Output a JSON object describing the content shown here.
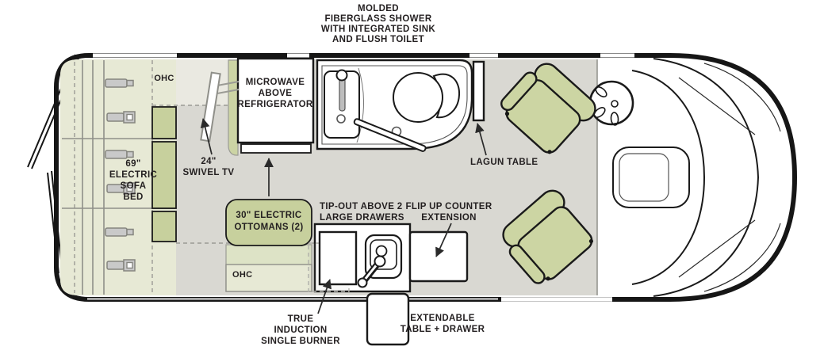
{
  "diagram_title": "camper-van floor plan",
  "colors": {
    "body_outline": "#161616",
    "floor_gray": "#d9d8d2",
    "cabinet_light_green": "#e7e9d5",
    "cushion_green": "#c7d09d",
    "seat_green": "#ccd5a3",
    "fixture_white": "#ffffff",
    "label_text": "#231f20"
  },
  "labels": {
    "shower_note": {
      "lines": [
        "MOLDED",
        "FIBERGLASS SHOWER",
        "WITH INTEGRATED SINK",
        "AND FLUSH TOILET"
      ]
    },
    "ohc_top": "OHC",
    "swivel_tv": {
      "lines": [
        "24\"",
        "SWIVEL TV"
      ]
    },
    "microwave": {
      "lines": [
        "MICROWAVE",
        "ABOVE",
        "REFRIGERATOR"
      ]
    },
    "sofa_bed": {
      "lines": [
        "69\"",
        "ELECTRIC",
        "SOFA",
        "BED"
      ]
    },
    "lagun_table": "LAGUN TABLE",
    "ottomans": {
      "lines": [
        "30\" ELECTRIC",
        "OTTOMANS (2)"
      ]
    },
    "ohc_bottom": "OHC",
    "tip_out": {
      "lines": [
        "TIP-OUT ABOVE 2",
        "LARGE DRAWERS"
      ]
    },
    "flip_up": {
      "lines": [
        "FLIP UP COUNTER",
        "EXTENSION"
      ]
    },
    "induction": {
      "lines": [
        "TRUE",
        "INDUCTION",
        "SINGLE BURNER"
      ]
    },
    "extendable": {
      "lines": [
        "EXTENDABLE",
        "TABLE + DRAWER"
      ]
    }
  }
}
